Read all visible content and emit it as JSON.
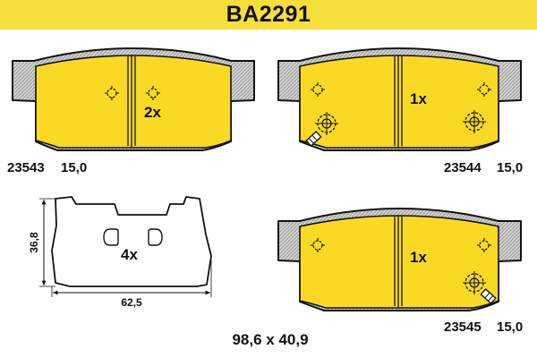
{
  "header": {
    "title": "BA2291"
  },
  "pads": [
    {
      "part": "23543",
      "thickness": "15,0",
      "qty": "2x"
    },
    {
      "part": "23544",
      "thickness": "15,0",
      "qty": "1x"
    },
    {
      "part": "23545",
      "thickness": "15,0",
      "qty": "1x"
    }
  ],
  "shim": {
    "qty": "4x",
    "width": "62,5",
    "height": "36,8"
  },
  "dimensions": "98,6 x 40,9",
  "colors": {
    "header": "#f6df3a",
    "pad_fill": "#f9d923",
    "backing_plate": "#c9c9c9",
    "shim_fill": "#ffffff"
  }
}
